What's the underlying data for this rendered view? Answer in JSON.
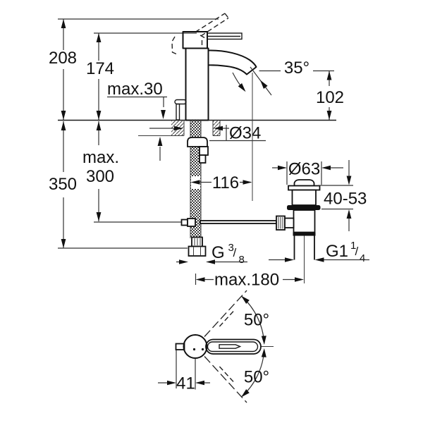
{
  "drawing": {
    "background": "#ffffff",
    "line_color": "#111111",
    "labels": {
      "total_height": "208",
      "body_height": "174",
      "deck_thickness": "max.30",
      "hose_length": "350",
      "rod_length_line1": "max.",
      "rod_length_line2": "300",
      "spout_angle": "35°",
      "spout_height": "102",
      "hole_diameter": "Ø34",
      "spout_reach": "116",
      "waste_flange_diameter": "Ø63",
      "mount_range": "40-53",
      "supply_thread_prefix": "G",
      "supply_thread_numerator": "3",
      "supply_thread_slash": "/",
      "supply_thread_denominator": "8",
      "waste_thread_prefix": "G1",
      "waste_thread_numerator": "1",
      "waste_thread_slash": "/",
      "waste_thread_denominator": "4",
      "rod_reach": "max.180",
      "handle_swing_upper": "50°",
      "handle_swing_lower": "50°",
      "handle_offset": "41"
    }
  }
}
